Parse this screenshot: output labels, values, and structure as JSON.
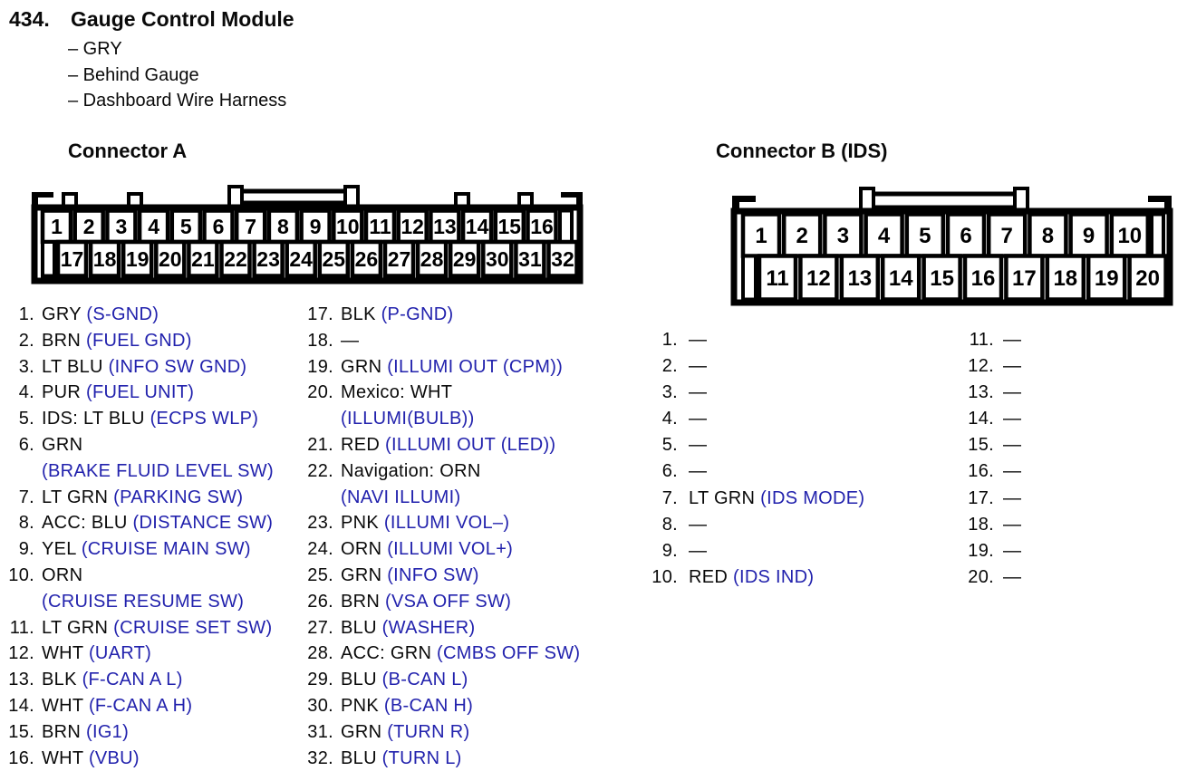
{
  "title": {
    "number": "434.",
    "name": "Gauge Control Module",
    "bullets": [
      "– GRY",
      "– Behind Gauge",
      "– Dashboard Wire Harness"
    ]
  },
  "colors": {
    "signal_blue": "#2222ad",
    "ink": "#0a0a0a"
  },
  "connector_a": {
    "heading": "Connector A",
    "top_pins": [
      "1",
      "2",
      "3",
      "4",
      "5",
      "6",
      "7",
      "8",
      "9",
      "10",
      "11",
      "12",
      "13",
      "14",
      "15",
      "16"
    ],
    "bottom_pins": [
      "17",
      "18",
      "19",
      "20",
      "21",
      "22",
      "23",
      "24",
      "25",
      "26",
      "27",
      "28",
      "29",
      "30",
      "31",
      "32"
    ],
    "list_left": [
      {
        "n": "1.",
        "wire": "GRY",
        "signal": "(S-GND)"
      },
      {
        "n": "2.",
        "wire": "BRN",
        "signal": "(FUEL GND)"
      },
      {
        "n": "3.",
        "wire": "LT BLU",
        "signal": "(INFO SW GND)"
      },
      {
        "n": "4.",
        "wire": "PUR",
        "signal": "(FUEL UNIT)"
      },
      {
        "n": "5.",
        "wire": "IDS: LT BLU",
        "signal": "(ECPS WLP)"
      },
      {
        "n": "6.",
        "wire": "GRN",
        "signal": "(BRAKE FLUID LEVEL SW)",
        "wrap": true
      },
      {
        "n": "7.",
        "wire": "LT GRN",
        "signal": "(PARKING SW)"
      },
      {
        "n": "8.",
        "wire": "ACC: BLU",
        "signal": "(DISTANCE SW)"
      },
      {
        "n": "9.",
        "wire": "YEL",
        "signal": "(CRUISE MAIN SW)"
      },
      {
        "n": "10.",
        "wire": "ORN",
        "signal": "(CRUISE RESUME SW)",
        "wrap": true
      },
      {
        "n": "11.",
        "wire": "LT GRN",
        "signal": "(CRUISE SET SW)"
      },
      {
        "n": "12.",
        "wire": "WHT",
        "signal": "(UART)"
      },
      {
        "n": "13.",
        "wire": "BLK",
        "signal": "(F-CAN A L)"
      },
      {
        "n": "14.",
        "wire": "WHT",
        "signal": "(F-CAN A H)"
      },
      {
        "n": "15.",
        "wire": "BRN",
        "signal": "(IG1)"
      },
      {
        "n": "16.",
        "wire": "WHT",
        "signal": "(VBU)"
      }
    ],
    "list_right": [
      {
        "n": "17.",
        "wire": "BLK",
        "signal": "(P-GND)"
      },
      {
        "n": "18.",
        "wire": "—",
        "signal": ""
      },
      {
        "n": "19.",
        "wire": "GRN",
        "signal": "(ILLUMI OUT (CPM))"
      },
      {
        "n": "20.",
        "wire": "Mexico: WHT",
        "signal": "(ILLUMI(BULB))",
        "wrap": true
      },
      {
        "n": "21.",
        "wire": "RED",
        "signal": "(ILLUMI OUT (LED))"
      },
      {
        "n": "22.",
        "wire": "Navigation: ORN",
        "signal": "(NAVI ILLUMI)",
        "wrap": true
      },
      {
        "n": "23.",
        "wire": "PNK",
        "signal": "(ILLUMI VOL–)"
      },
      {
        "n": "24.",
        "wire": "ORN",
        "signal": "(ILLUMI VOL+)"
      },
      {
        "n": "25.",
        "wire": "GRN",
        "signal": "(INFO SW)"
      },
      {
        "n": "26.",
        "wire": "BRN",
        "signal": "(VSA OFF SW)"
      },
      {
        "n": "27.",
        "wire": "BLU",
        "signal": "(WASHER)"
      },
      {
        "n": "28.",
        "wire": "ACC: GRN",
        "signal": "(CMBS OFF SW)"
      },
      {
        "n": "29.",
        "wire": "BLU",
        "signal": "(B-CAN L)"
      },
      {
        "n": "30.",
        "wire": "PNK",
        "signal": "(B-CAN H)"
      },
      {
        "n": "31.",
        "wire": "GRN",
        "signal": "(TURN R)"
      },
      {
        "n": "32.",
        "wire": "BLU",
        "signal": "(TURN L)"
      }
    ]
  },
  "connector_b": {
    "heading": "Connector B (IDS)",
    "top_pins": [
      "1",
      "2",
      "3",
      "4",
      "5",
      "6",
      "7",
      "8",
      "9",
      "10"
    ],
    "bottom_pins": [
      "11",
      "12",
      "13",
      "14",
      "15",
      "16",
      "17",
      "18",
      "19",
      "20"
    ],
    "list_left": [
      {
        "n": "1.",
        "wire": "—",
        "signal": ""
      },
      {
        "n": "2.",
        "wire": "—",
        "signal": ""
      },
      {
        "n": "3.",
        "wire": "—",
        "signal": ""
      },
      {
        "n": "4.",
        "wire": "—",
        "signal": ""
      },
      {
        "n": "5.",
        "wire": "—",
        "signal": ""
      },
      {
        "n": "6.",
        "wire": "—",
        "signal": ""
      },
      {
        "n": "7.",
        "wire": "LT GRN",
        "signal": "(IDS MODE)"
      },
      {
        "n": "8.",
        "wire": "—",
        "signal": ""
      },
      {
        "n": "9.",
        "wire": "—",
        "signal": ""
      },
      {
        "n": "10.",
        "wire": "RED",
        "signal": "(IDS IND)"
      }
    ],
    "list_right": [
      {
        "n": "11.",
        "wire": "—",
        "signal": ""
      },
      {
        "n": "12.",
        "wire": "—",
        "signal": ""
      },
      {
        "n": "13.",
        "wire": "—",
        "signal": ""
      },
      {
        "n": "14.",
        "wire": "—",
        "signal": ""
      },
      {
        "n": "15.",
        "wire": "—",
        "signal": ""
      },
      {
        "n": "16.",
        "wire": "—",
        "signal": ""
      },
      {
        "n": "17.",
        "wire": "—",
        "signal": ""
      },
      {
        "n": "18.",
        "wire": "—",
        "signal": ""
      },
      {
        "n": "19.",
        "wire": "—",
        "signal": ""
      },
      {
        "n": "20.",
        "wire": "—",
        "signal": ""
      }
    ]
  }
}
